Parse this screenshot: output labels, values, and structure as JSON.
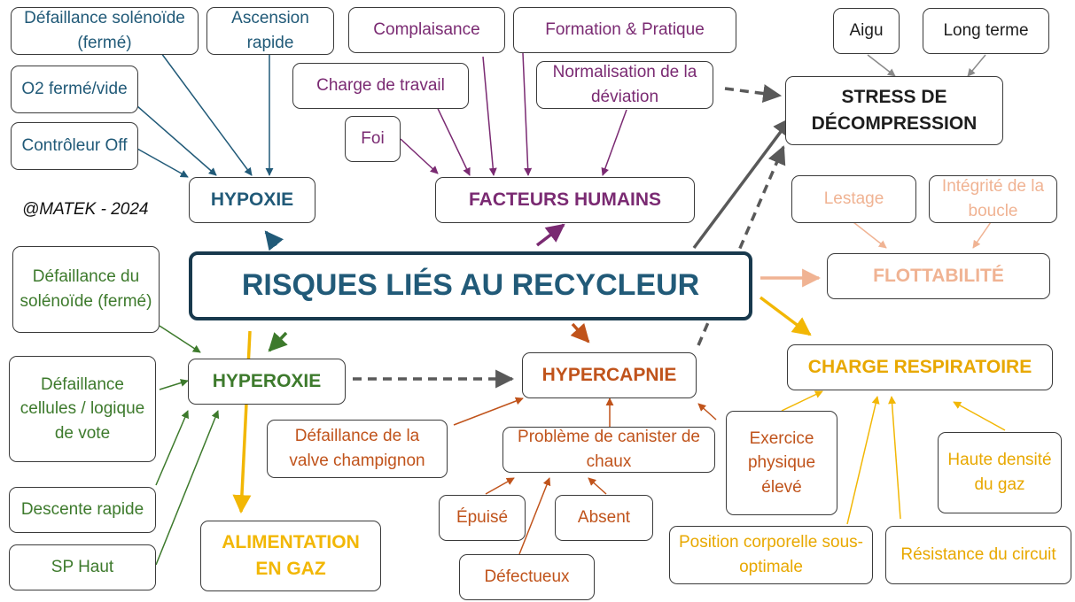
{
  "center": "RISQUES LIÉS AU RECYCLEUR",
  "credit": "@MATEK - 2024",
  "hypoxie": {
    "title": "HYPOXIE",
    "causes": [
      "Défaillance solénoïde (fermé)",
      "Ascension rapide",
      "O2 fermé/vide",
      "Contrôleur Off"
    ]
  },
  "facteurs": {
    "title": "FACTEURS HUMAINS",
    "causes": [
      "Complaisance",
      "Formation & Pratique",
      "Charge de travail",
      "Normalisation de la déviation",
      "Foi"
    ]
  },
  "stress": {
    "title": "STRESS DE DÉCOMPRESSION",
    "causes": [
      "Aigu",
      "Long terme"
    ]
  },
  "flottabilite": {
    "title": "FLOTTABILITÉ",
    "causes": [
      "Lestage",
      "Intégrité de la boucle"
    ]
  },
  "hyperoxie": {
    "title": "HYPEROXIE",
    "causes": [
      "Défaillance du solénoïde (fermé)",
      "Défaillance cellules / logique de vote",
      "Descente rapide",
      "SP Haut"
    ]
  },
  "hypercapnie": {
    "title": "HYPERCAPNIE",
    "causes": [
      "Défaillance de la valve champignon",
      "Problème de canister de chaux"
    ],
    "canister_causes": [
      "Épuisé",
      "Absent",
      "Défectueux"
    ]
  },
  "charge": {
    "title": "CHARGE RESPIRATOIRE",
    "causes": [
      "Exercice physique élevé",
      "Haute densité du gaz",
      "Position corporelle sous-optimale",
      "Résistance du circuit"
    ]
  },
  "alimentation": {
    "title": "ALIMENTATION EN GAZ"
  },
  "colors": {
    "blue": "#215a78",
    "purple": "#7a2a72",
    "green": "#3d7a2c",
    "orange": "#c0531b",
    "yellow": "#f2b705",
    "peach": "#f0b393",
    "gray": "#595959"
  }
}
